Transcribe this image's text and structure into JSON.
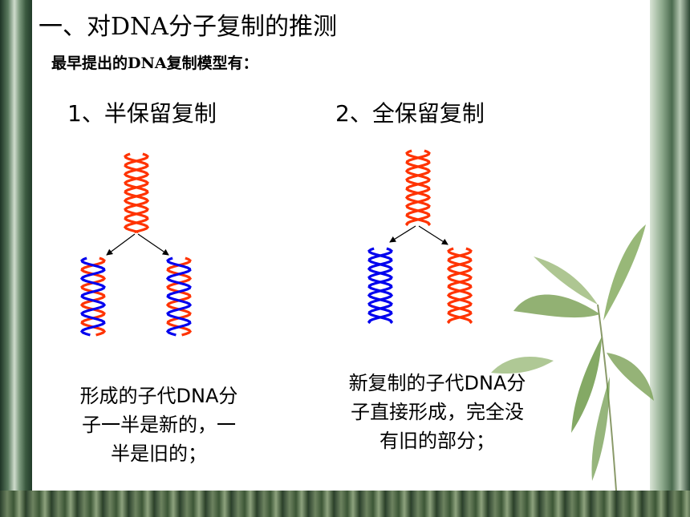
{
  "slide": {
    "title": "一、对DNA分子复制的推测",
    "subtitle": "最早提出的DNA复制模型有：",
    "models": [
      {
        "label": "1、半保留复制",
        "description_lines": [
          "形成的子代DNA分",
          "子一半是新的，一",
          "半是旧的；"
        ]
      },
      {
        "label": "2、全保留复制",
        "description_lines": [
          "新复制的子代DNA分",
          "子直接形成，完全没",
          "有旧的部分；"
        ]
      }
    ]
  },
  "colors": {
    "old_strand": "#ff3300",
    "new_strand": "#0000ee",
    "arrow": "#000000",
    "leaf": "#6f9a4a"
  },
  "icons": [
    "bamboo-leaf-decoration",
    "dna-helix"
  ]
}
